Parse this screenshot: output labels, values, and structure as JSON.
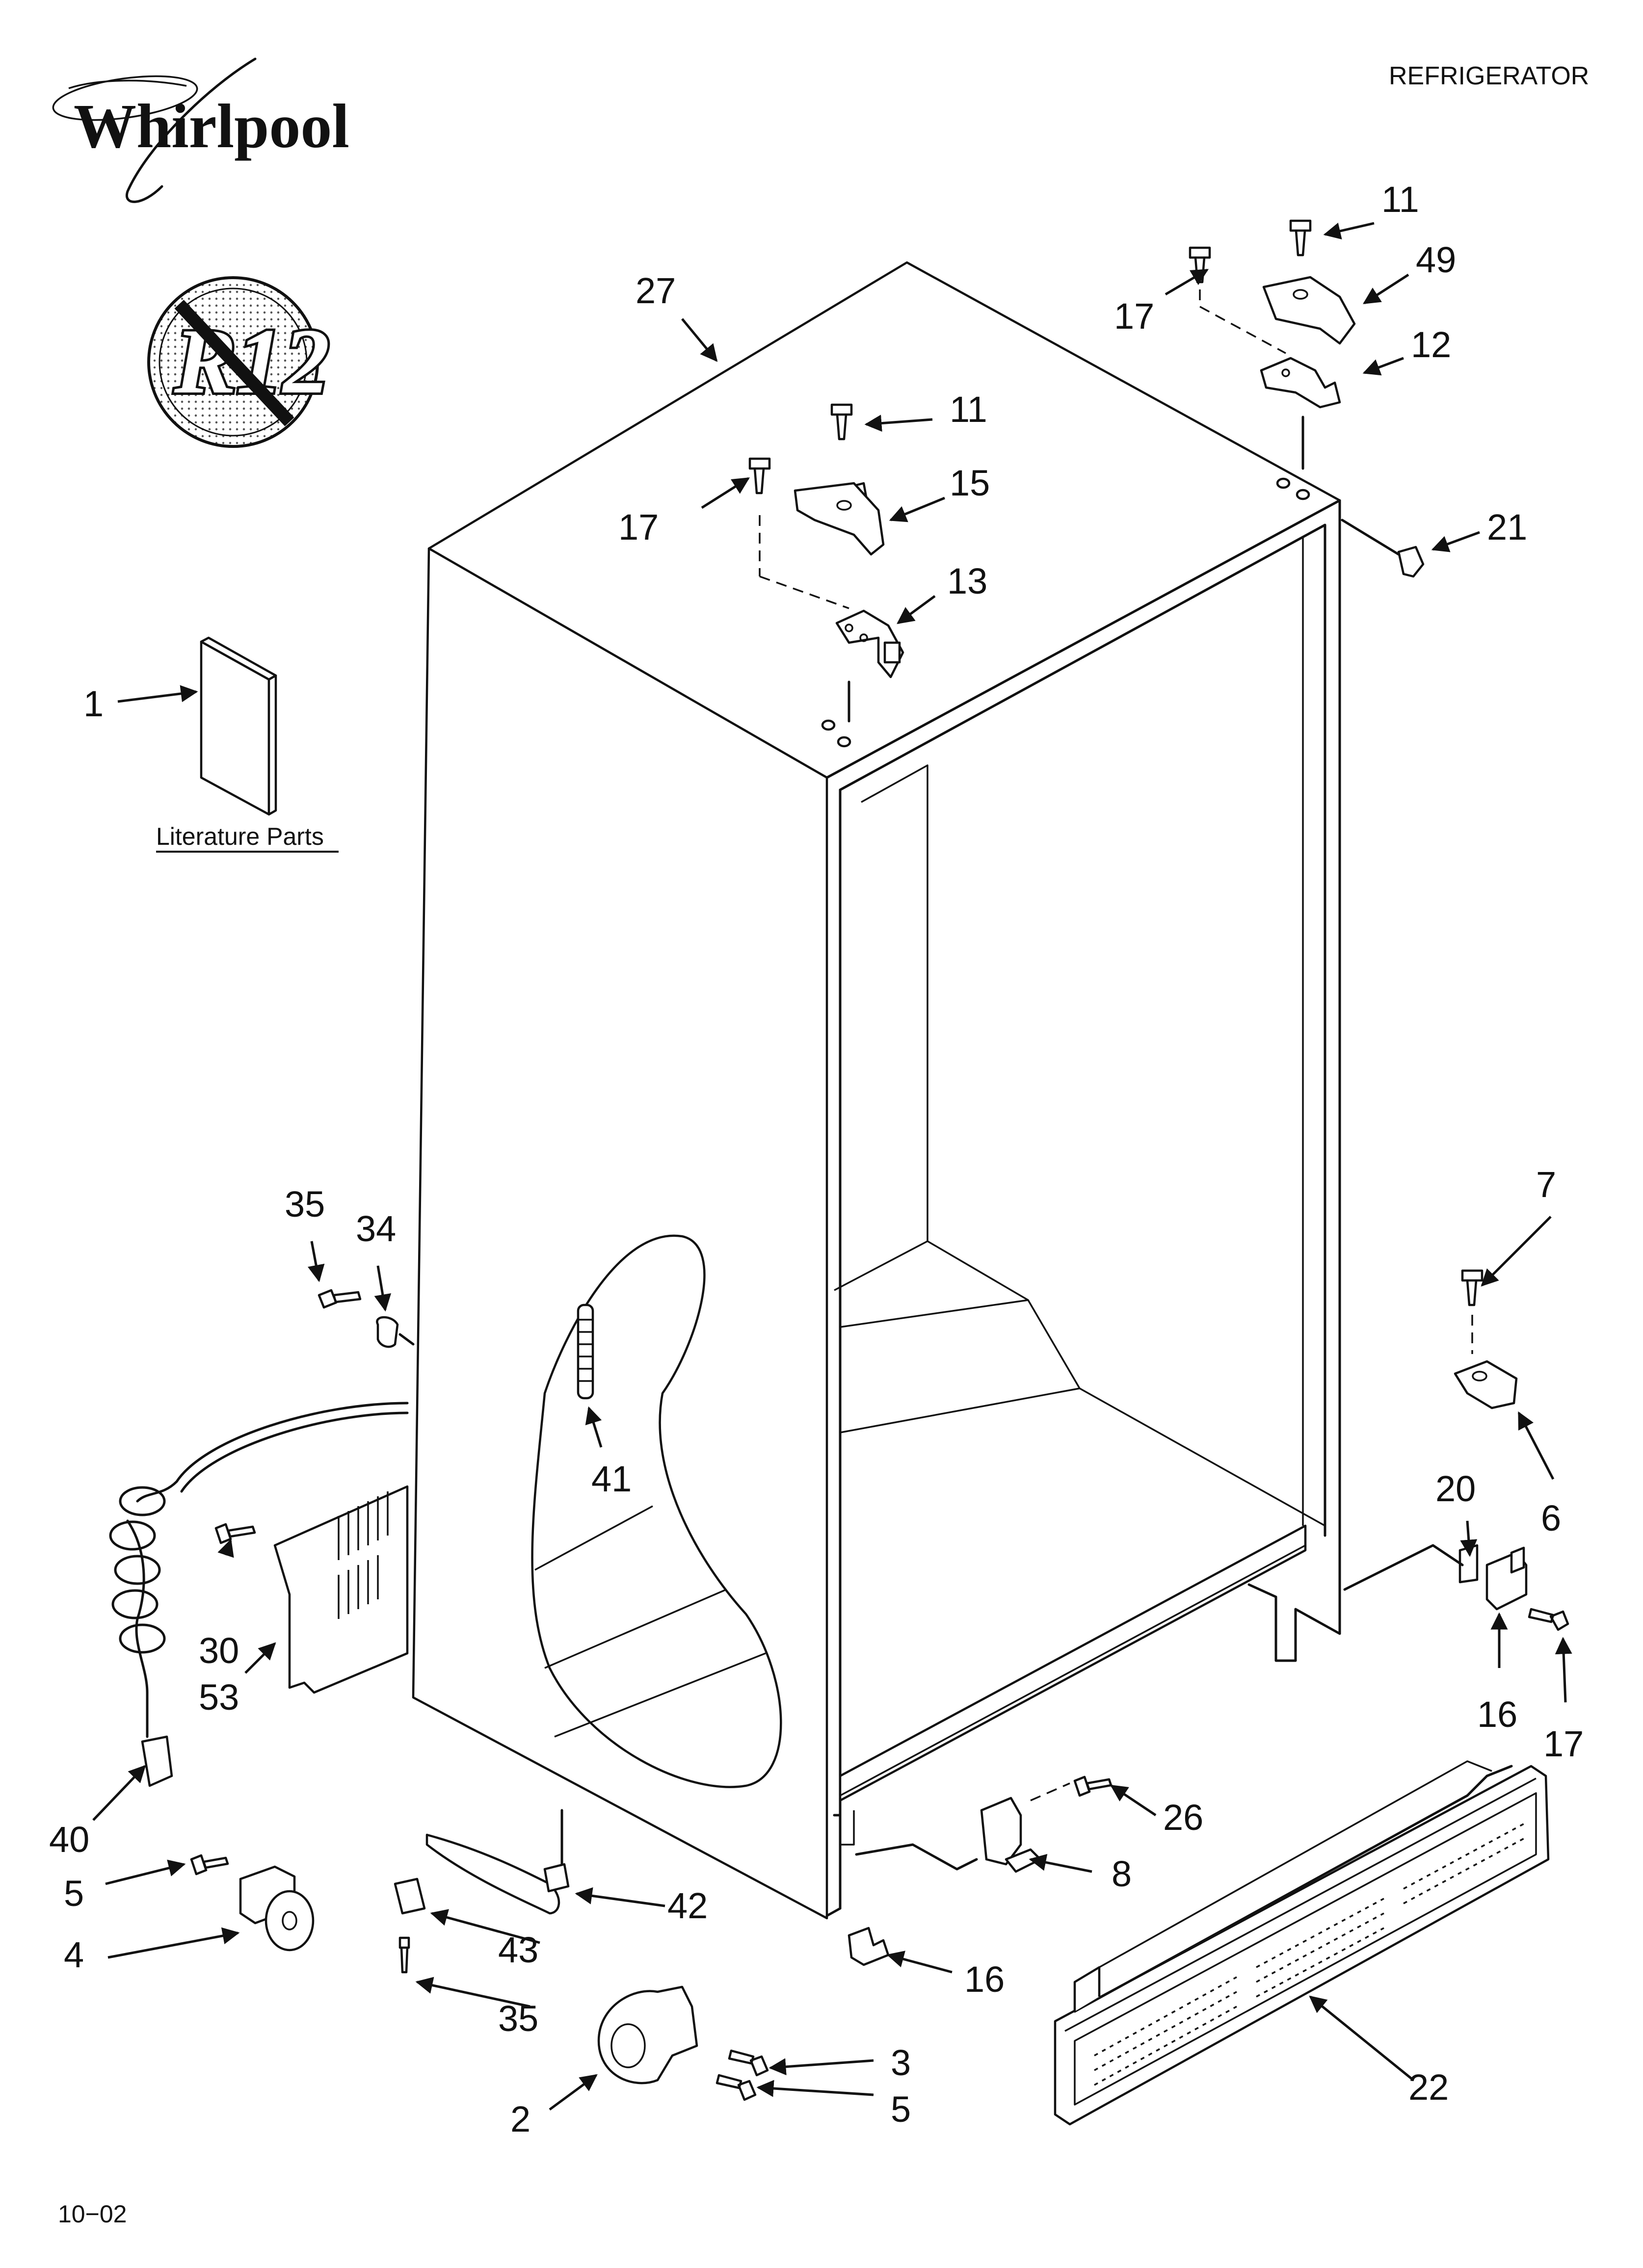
{
  "brand": {
    "name": "Whirlpool"
  },
  "header": {
    "title": "REFRIGERATOR"
  },
  "badge": {
    "text": "R12"
  },
  "literature": {
    "caption": "Literature Parts"
  },
  "footer": {
    "code": "10−02"
  },
  "callouts": {
    "c1": "1",
    "c2": "2",
    "c3": "3",
    "c4": "4",
    "c5a": "5",
    "c5b": "5",
    "c6": "6",
    "c7": "7",
    "c8": "8",
    "c11a": "11",
    "c11b": "11",
    "c12": "12",
    "c13": "13",
    "c15": "15",
    "c16a": "16",
    "c16b": "16",
    "c17a": "17",
    "c17b": "17",
    "c17c": "17",
    "c20": "20",
    "c21": "21",
    "c22": "22",
    "c26": "26",
    "c27": "27",
    "c30": "30",
    "c34": "34",
    "c35a": "35",
    "c35b": "35",
    "c40": "40",
    "c41": "41",
    "c42": "42",
    "c43": "43",
    "c49": "49",
    "c53": "53"
  }
}
